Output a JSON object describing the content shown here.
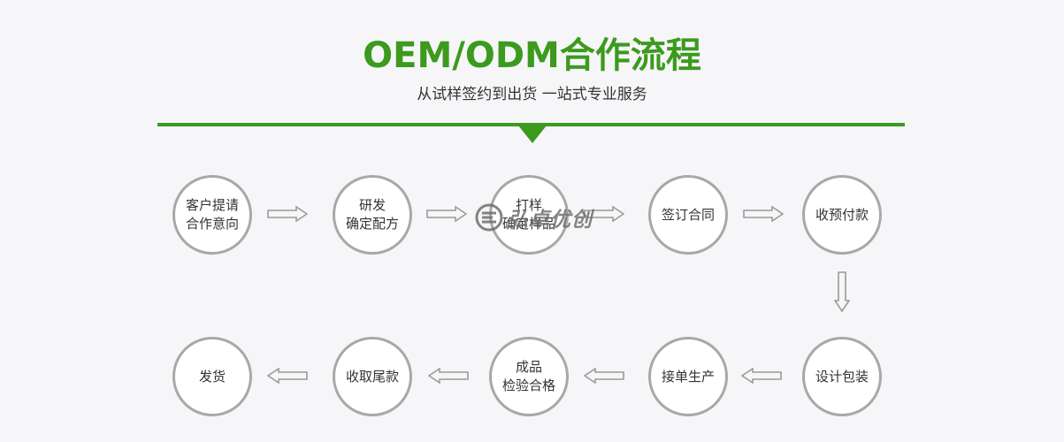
{
  "header": {
    "title": "OEM/ODM合作流程",
    "subtitle": "从试样签约到出货 一站式专业服务"
  },
  "steps": [
    {
      "lines": [
        "客户提请",
        "合作意向"
      ]
    },
    {
      "lines": [
        "研发",
        "确定配方"
      ]
    },
    {
      "lines": [
        "打样",
        "确定样品"
      ]
    },
    {
      "lines": [
        "签订合同"
      ]
    },
    {
      "lines": [
        "收预付款"
      ]
    },
    {
      "lines": [
        "设计包装"
      ]
    },
    {
      "lines": [
        "接单生产"
      ]
    },
    {
      "lines": [
        "成品",
        "检验合格"
      ]
    },
    {
      "lines": [
        "收取尾款"
      ]
    },
    {
      "lines": [
        "发货"
      ]
    }
  ],
  "watermark": {
    "text": "弘卓优创",
    "icon": "brand-logo-icon"
  },
  "colors": {
    "accent": "#3c9a1e",
    "circle_border": "#a8a8a8",
    "arrow": "#9a9a9a",
    "background": "#f6f6f8"
  }
}
